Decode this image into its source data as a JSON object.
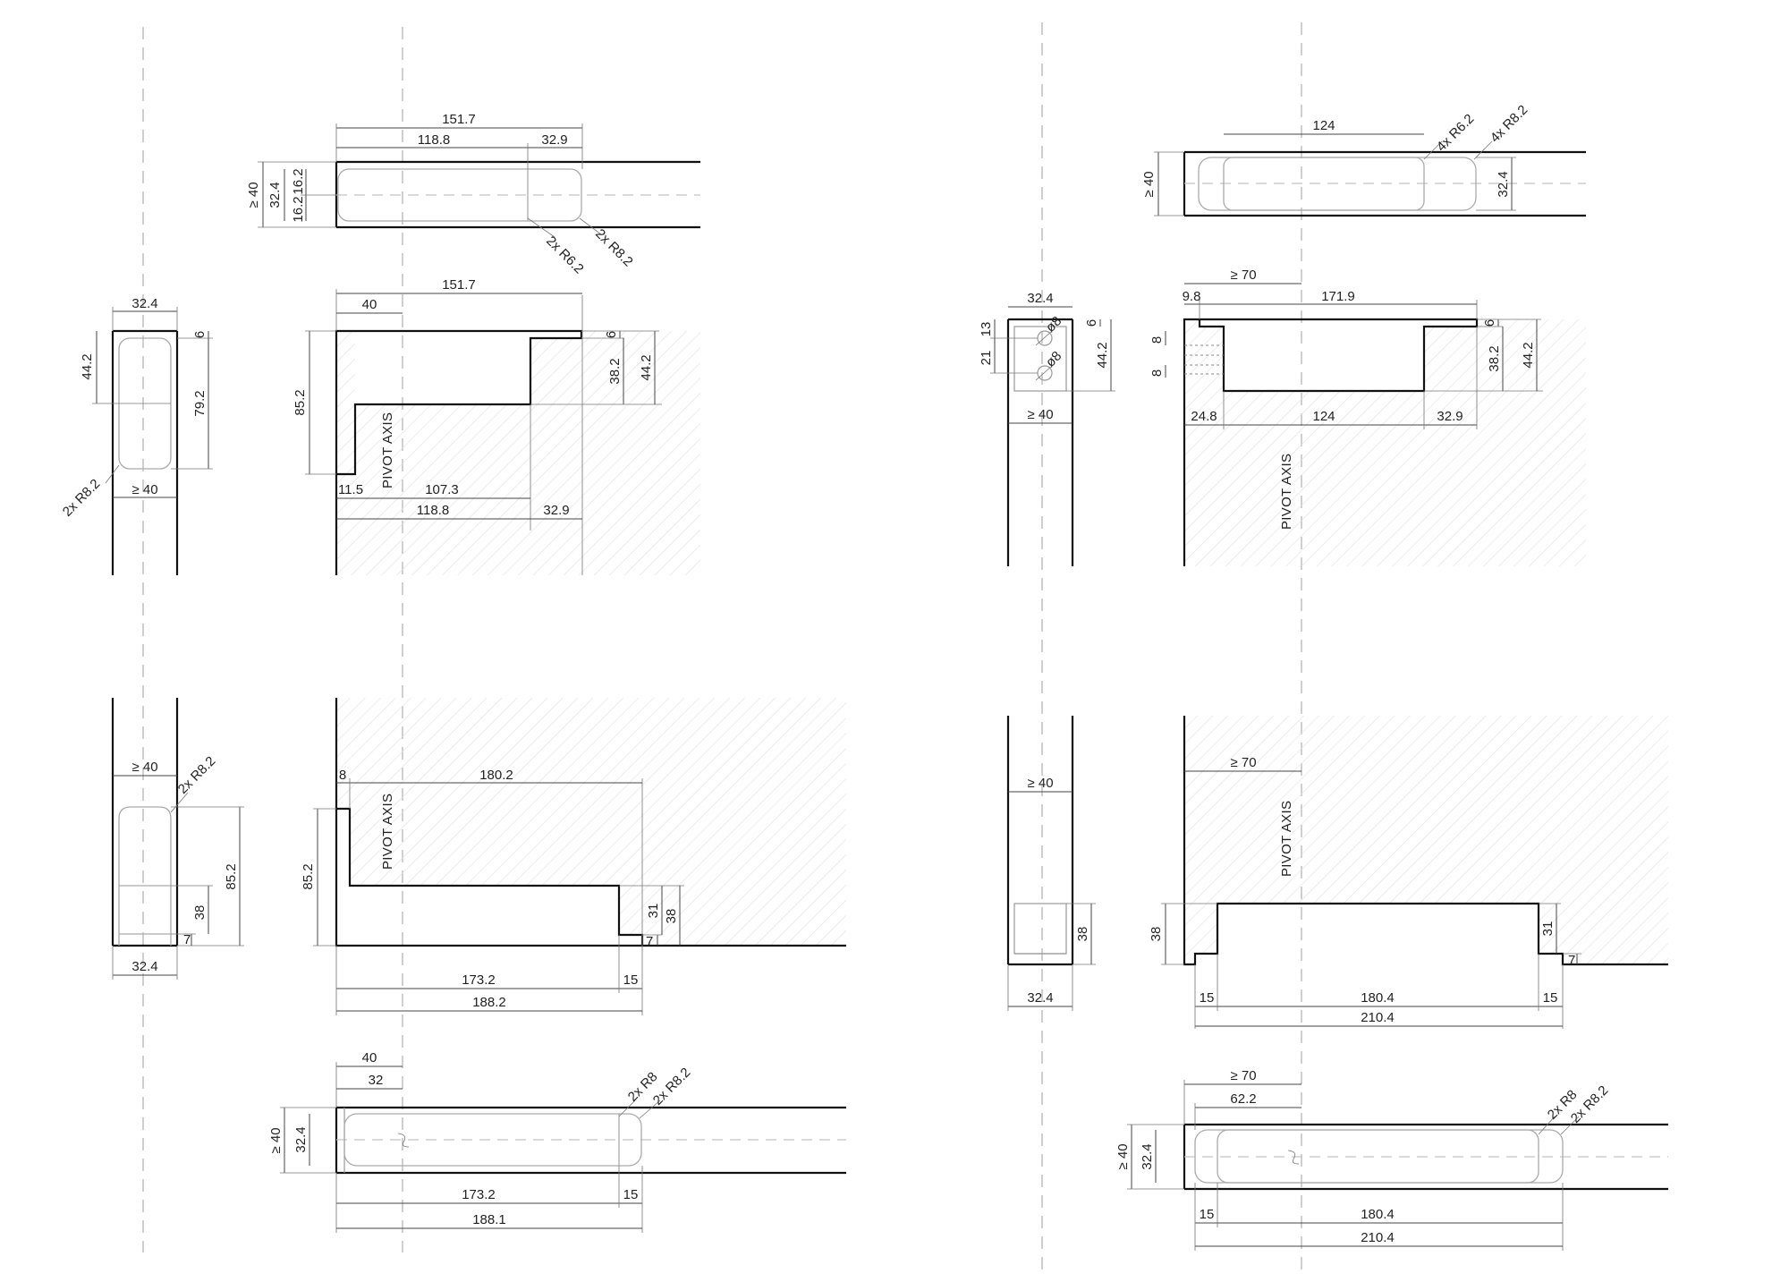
{
  "labels": {
    "ge40": "≥ 40",
    "ge70": "≥ 70",
    "pivot": "PIVOT AXIS",
    "r62x2": "2x R6.2",
    "r82x2": "2x R8.2",
    "r8x2": "2x R8",
    "r62x4": "4x R6.2",
    "r82x4": "4x R8.2",
    "phi8": "ø8"
  },
  "panel1_top": {
    "d1517": "151.7",
    "d1188": "118.8",
    "d329": "32.9",
    "d324": "32.4",
    "d162a": "16.2",
    "d162b": "16.2"
  },
  "panel1_side": {
    "d324": "32.4",
    "d442": "44.2",
    "d6": "6",
    "d792": "79.2"
  },
  "panel1_front": {
    "d1517": "151.7",
    "d40": "40",
    "d852": "85.2",
    "d6": "6",
    "d382": "38.2",
    "d442": "44.2",
    "d115": "11.5",
    "d1073": "107.3",
    "d1188": "118.8",
    "d329": "32.9"
  },
  "panel2_top": {
    "d124": "124",
    "d324": "32.4"
  },
  "panel2_side": {
    "d324": "32.4",
    "d13": "13",
    "d21": "21",
    "d6": "6",
    "d442": "44.2"
  },
  "panel2_front": {
    "d98": "9.8",
    "d1719": "171.9",
    "d8a": "8",
    "d8b": "8",
    "d6": "6",
    "d382": "38.2",
    "d442": "44.2",
    "d248": "24.8",
    "d124": "124",
    "d329": "32.9"
  },
  "panel3_side": {
    "d852": "85.2",
    "d38": "38",
    "d7": "7",
    "d324": "32.4"
  },
  "panel3_front": {
    "d8": "8",
    "d1802": "180.2",
    "d852": "85.2",
    "d31": "31",
    "d38": "38",
    "d7": "7",
    "d1732": "173.2",
    "d15": "15",
    "d1882": "188.2"
  },
  "panel3_plan": {
    "d40": "40",
    "d32": "32",
    "d324": "32.4",
    "d1732": "173.2",
    "d15": "15",
    "d1881": "188.1"
  },
  "panel4_side": {
    "d38": "38",
    "d324": "32.4"
  },
  "panel4_front": {
    "d38": "38",
    "d31": "31",
    "d7": "7",
    "d15a": "15",
    "d1804": "180.4",
    "d15b": "15",
    "d2104": "210.4"
  },
  "panel4_plan": {
    "d622": "62.2",
    "d324": "32.4",
    "d15": "15",
    "d1804": "180.4",
    "d2104": "210.4"
  }
}
